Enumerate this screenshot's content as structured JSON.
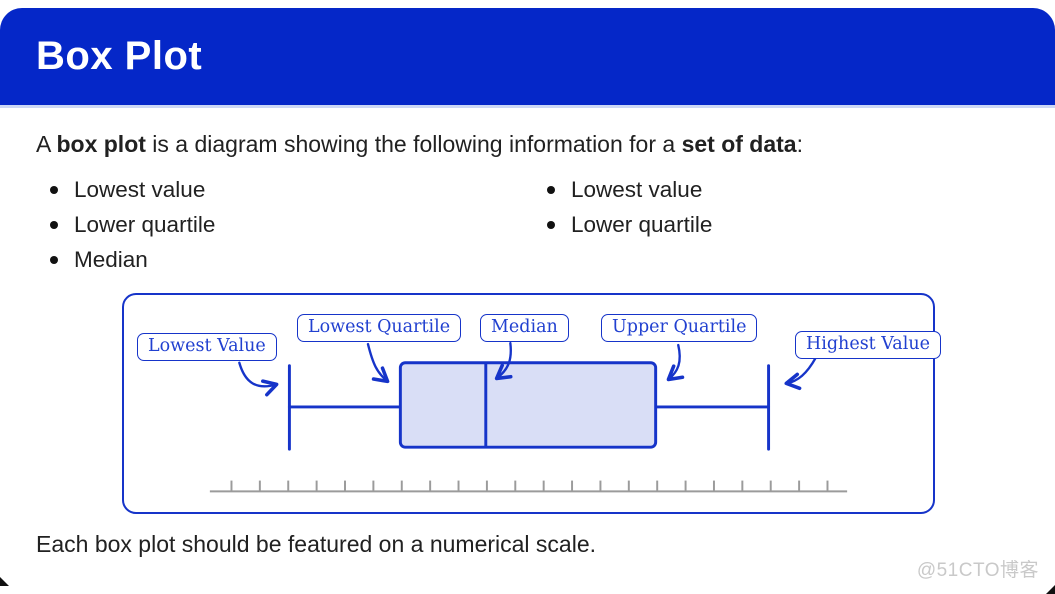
{
  "colors": {
    "header_blue": "#0527c8",
    "header_underline": "#ccd7f5",
    "diagram_blue": "#1634c9",
    "label_blue": "#2140d0",
    "box_fill": "#d9def6",
    "scale_gray": "#9b9b9b",
    "text_dark": "#212121",
    "watermark_gray": "#c9c9c9"
  },
  "header": {
    "title": "Box Plot"
  },
  "intro": {
    "text_start": "A ",
    "bold_1": "box plot",
    "text_middle": " is a diagram showing the following information for a ",
    "bold_2": "set of data",
    "text_end": ":"
  },
  "bullets": {
    "left": [
      "Lowest value",
      "Lower quartile",
      "Median"
    ],
    "right": [
      "Lowest value",
      "Lower quartile"
    ]
  },
  "diagram": {
    "labels": {
      "lowest_value": "Lowest Value",
      "lowest_quartile": "Lowest Quartile",
      "median": "Median",
      "upper_quartile": "Upper Quartile",
      "highest_value": "Highest Value"
    },
    "tick_count": 22
  },
  "caption": "Each box plot should be featured on a numerical scale.",
  "watermark": "@51CTO博客"
}
